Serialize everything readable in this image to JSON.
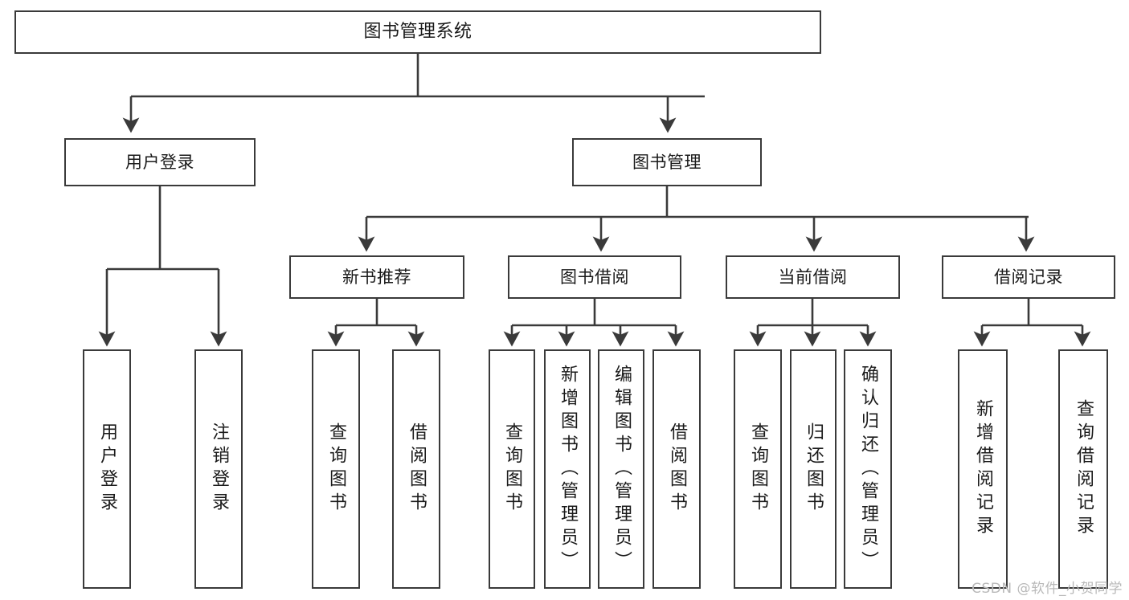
{
  "diagram": {
    "title": "图书管理系统",
    "type": "tree-hierarchy-chart",
    "watermark": "CSDN @软件_小贺同学",
    "colors": {
      "box_border": "#3a3a3a",
      "box_fill": "#ffffff",
      "edge": "#3a3a3a",
      "text": "#1a1a1a",
      "watermark": "#b9b9b9"
    },
    "root": {
      "label": "图书管理系统"
    },
    "level2": [
      {
        "label": "用户登录"
      },
      {
        "label": "图书管理"
      }
    ],
    "level3": [
      {
        "label": "新书推荐"
      },
      {
        "label": "图书借阅"
      },
      {
        "label": "当前借阅"
      },
      {
        "label": "借阅记录"
      }
    ],
    "leaves": {
      "user_login": [
        {
          "label": "用户登录"
        },
        {
          "label": "注销登录"
        }
      ],
      "new_book_recommend": [
        {
          "label": "查询图书"
        },
        {
          "label": "借阅图书"
        }
      ],
      "book_borrow": [
        {
          "label": "查询图书"
        },
        {
          "label": "新增图书（管理员）"
        },
        {
          "label": "编辑图书（管理员）"
        },
        {
          "label": "借阅图书"
        }
      ],
      "current_borrow": [
        {
          "label": "查询图书"
        },
        {
          "label": "归还图书"
        },
        {
          "label": "确认归还（管理员）"
        }
      ],
      "borrow_record": [
        {
          "label": "新增借阅记录"
        },
        {
          "label": "查询借阅记录"
        }
      ]
    }
  }
}
